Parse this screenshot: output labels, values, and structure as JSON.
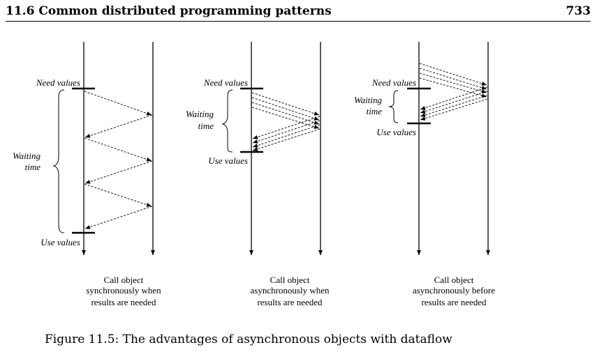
{
  "header": {
    "title": "11.6 Common distributed programming patterns",
    "page_number": "733"
  },
  "figure": {
    "labels": {
      "need_values": "Need values",
      "use_values": "Use values",
      "waiting": "Waiting",
      "time": "time"
    },
    "panels": [
      {
        "caption": [
          "Call object",
          "synchronously when",
          "results are needed"
        ]
      },
      {
        "caption": [
          "Call object",
          "asynchronously when",
          "results are needed"
        ]
      },
      {
        "caption": [
          "Call object",
          "asynchronously before",
          "results are needed"
        ]
      }
    ],
    "caption": "Figure 11.5: The advantages of asynchronous objects with dataflow"
  }
}
